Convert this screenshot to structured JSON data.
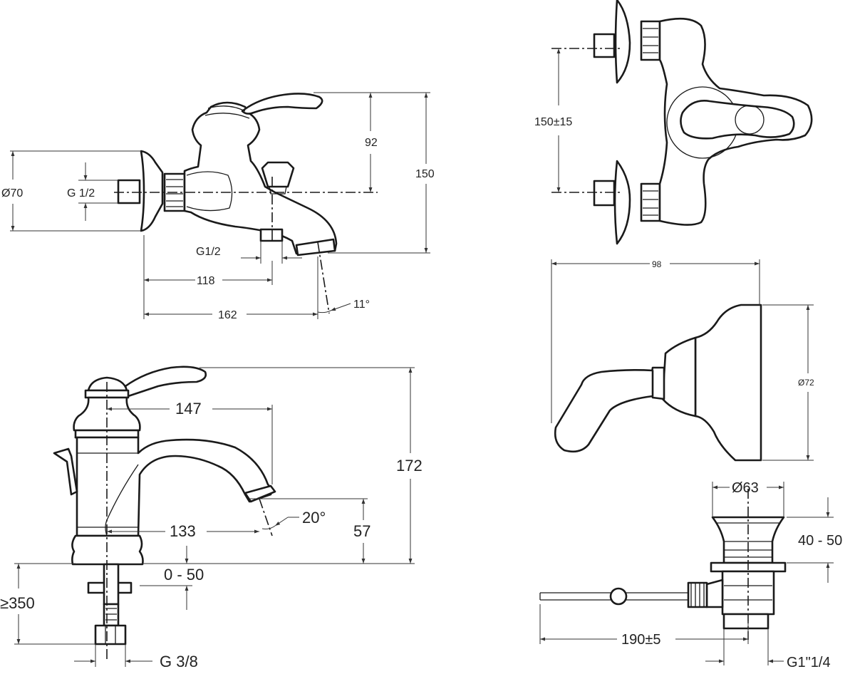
{
  "views": {
    "bath_mixer_side": {
      "labels": {
        "flange_diameter": "Ø70",
        "inlet_thread": "G 1/2",
        "outlet_thread": "G1/2",
        "outlet_distance": "118",
        "total_reach": "162",
        "spout_angle": "11°",
        "lever_height": "92",
        "total_height": "150"
      }
    },
    "bath_mixer_top": {
      "labels": {
        "centre_distance": "150±15"
      }
    },
    "lever_detail": {
      "labels": {
        "depth": "98",
        "rosette_diameter": "Ø72"
      }
    },
    "basin_mixer": {
      "labels": {
        "lever_reach": "147",
        "total_height": "172",
        "spout_reach": "133",
        "spout_angle": "20°",
        "spout_height": "57",
        "deck_thickness": "0 - 50",
        "hose_length": "≥350",
        "supply_thread": "G 3/8"
      }
    },
    "waste_drain": {
      "labels": {
        "flange_diameter": "Ø63",
        "deck_thickness": "40 - 50",
        "rod_length": "190±5",
        "outlet_thread": "G1\"1/4"
      }
    }
  },
  "colors": {
    "line": "#1a1a1a",
    "dimension": "#333333",
    "background": "#ffffff"
  }
}
